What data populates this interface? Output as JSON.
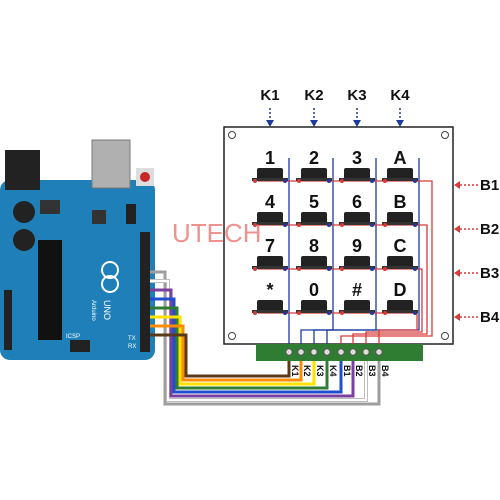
{
  "watermark": "UTECH",
  "column_labels": [
    "K1",
    "K2",
    "K3",
    "K4"
  ],
  "row_labels": [
    "B1",
    "B2",
    "B3",
    "B4"
  ],
  "keys": [
    [
      "1",
      "2",
      "3",
      "A"
    ],
    [
      "4",
      "5",
      "6",
      "B"
    ],
    [
      "7",
      "8",
      "9",
      "C"
    ],
    [
      "*",
      "0",
      "#",
      "D"
    ]
  ],
  "connector_pins": [
    "K1",
    "K2",
    "K3",
    "K4",
    "B1",
    "B2",
    "B3",
    "B4"
  ],
  "board": {
    "brand_text": "Arduino",
    "model_text": "UNO",
    "icsp_text": "ICSP",
    "pin_text": [
      "TX",
      "RX"
    ]
  },
  "colors": {
    "board_blue": "#1f7fb8",
    "column_wire": "#1e3a9e",
    "row_wire": "#d63a3a",
    "connector_green": "#2e7d32",
    "wires": [
      "#9e9e9e",
      "#ffffff",
      "#7b3fa0",
      "#1f4fcf",
      "#2e7d32",
      "#ffe100",
      "#ff8c00",
      "#5a3a1a"
    ]
  }
}
